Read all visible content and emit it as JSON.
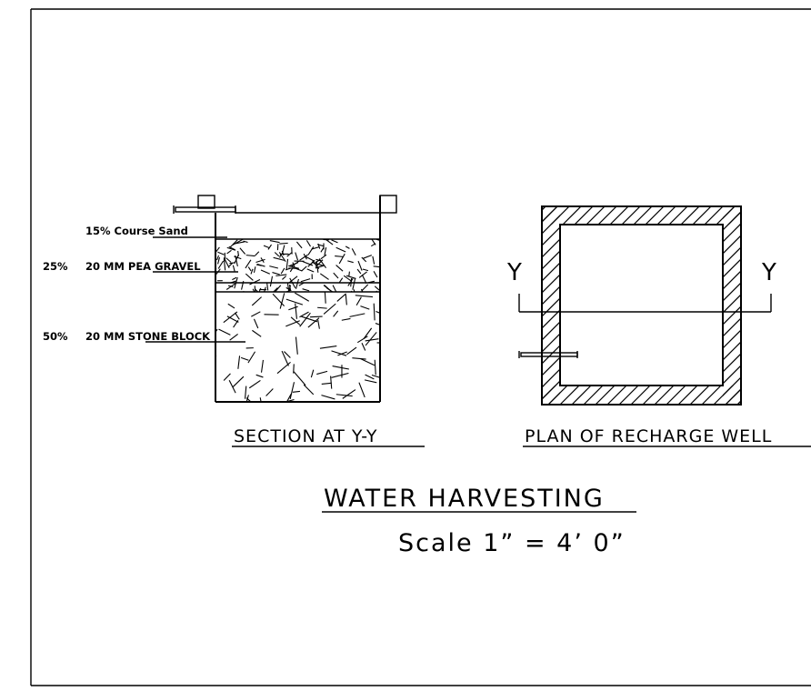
{
  "section": {
    "layer_sand": "15% Course Sand",
    "layer_gravel_pct": "25%",
    "layer_gravel": "20 MM PEA GRAVEL",
    "layer_stone_pct": "50%",
    "layer_stone": "20 MM STONE BLOCK",
    "caption": "SECTION AT Y-Y"
  },
  "plan": {
    "caption": "PLAN OF RECHARGE WELL",
    "marker_left": "Y",
    "marker_right": "Y"
  },
  "title": {
    "main": "WATER HARVESTING",
    "scale": "Scale 1” = 4’ 0”"
  }
}
